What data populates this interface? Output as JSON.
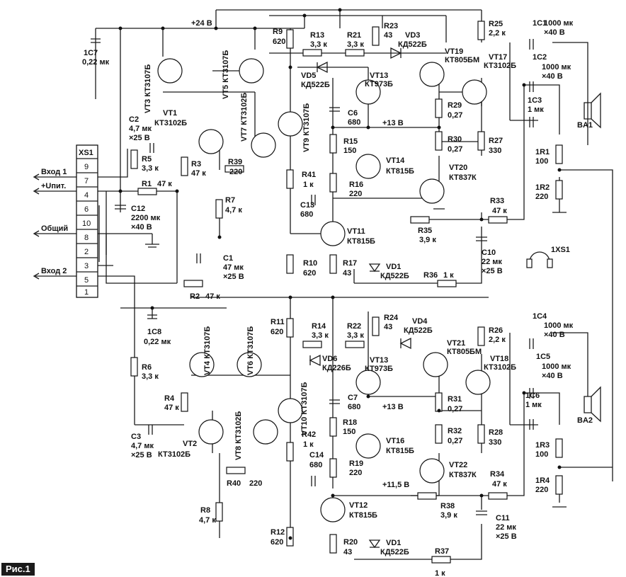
{
  "figure_label": "Рис.1",
  "supply": {
    "v24": "+24 В",
    "v13a": "+13 В",
    "v13b": "+13 В",
    "v115": "+11,5 В"
  },
  "connector": {
    "name": "XS1",
    "pins": [
      "9",
      "7",
      "4",
      "6",
      "10",
      "8",
      "2",
      "3",
      "5",
      "1"
    ],
    "inputs": {
      "in1": "Вход 1",
      "upit": "+Uпит.",
      "common": "Общий",
      "in2": "Вход 2"
    }
  },
  "headphone": {
    "name": "1XS1"
  },
  "speakers": {
    "ba1": "BA1",
    "ba2": "BA2"
  },
  "transistors": {
    "vt1": [
      "VT1",
      "КТ3102Б"
    ],
    "vt2": [
      "VT2",
      "КТ3102Б"
    ],
    "vt3": [
      "VT3",
      "КТ3107Б"
    ],
    "vt4": [
      "VT4",
      "КТ3107Б"
    ],
    "vt5": [
      "VT5",
      "КТ3107Б"
    ],
    "vt6": [
      "VT6",
      "КТ3107Б"
    ],
    "vt7": [
      "VT7",
      "КТ3102Б"
    ],
    "vt8": [
      "VT8",
      "КТ3102Б"
    ],
    "vt9": [
      "VT9",
      "КТ3107Б"
    ],
    "vt10": [
      "VT10",
      "КТ3107Б"
    ],
    "vt11": [
      "VT11",
      "КТ815Б"
    ],
    "vt12": [
      "VT12",
      "КТ815Б"
    ],
    "vt13a": [
      "VT13",
      "КТ973Б"
    ],
    "vt13b": [
      "VT13",
      "КТ973Б"
    ],
    "vt14": [
      "VT14",
      "КТ815Б"
    ],
    "vt16": [
      "VT16",
      "КТ815Б"
    ],
    "vt17": [
      "VT17",
      "КТ3102Б"
    ],
    "vt18": [
      "VT18",
      "КТ3102Б"
    ],
    "vt19": [
      "VT19",
      "КТ805БМ"
    ],
    "vt20": [
      "VT20",
      "КТ837К"
    ],
    "vt21": [
      "VT21",
      "КТ805БМ"
    ],
    "vt22": [
      "VT22",
      "КТ837К"
    ]
  },
  "resistors": {
    "r1": [
      "R1",
      "47 к"
    ],
    "r2": [
      "R2",
      "47 к"
    ],
    "r3": [
      "R3",
      "47 к"
    ],
    "r4": [
      "R4",
      "47 к"
    ],
    "r5": [
      "R5",
      "3,3 к"
    ],
    "r6": [
      "R6",
      "3,3 к"
    ],
    "r7": [
      "R7",
      "4,7 к"
    ],
    "r8": [
      "R8",
      "4,7 к"
    ],
    "r9": [
      "R9",
      "620"
    ],
    "r10": [
      "R10",
      "620"
    ],
    "r11": [
      "R11",
      "620"
    ],
    "r12": [
      "R12",
      "620"
    ],
    "r13": [
      "R13",
      "3,3 к"
    ],
    "r14": [
      "R14",
      "3,3 к"
    ],
    "r15": [
      "R15",
      "150"
    ],
    "r16": [
      "R16",
      "220"
    ],
    "r17": [
      "R17",
      "43"
    ],
    "r18": [
      "R18",
      "150"
    ],
    "r19": [
      "R19",
      "220"
    ],
    "r20": [
      "R20",
      "43"
    ],
    "r21": [
      "R21",
      "3,3 к"
    ],
    "r22": [
      "R22",
      "3,3 к"
    ],
    "r23": [
      "R23",
      "43"
    ],
    "r24": [
      "R24",
      "43"
    ],
    "r25": [
      "R25",
      "2,2 к"
    ],
    "r26": [
      "R26",
      "2,2 к"
    ],
    "r27": [
      "R27",
      "330"
    ],
    "r28": [
      "R28",
      "330"
    ],
    "r29": [
      "R29",
      "0,27"
    ],
    "r30": [
      "R30",
      "0,27"
    ],
    "r31": [
      "R31",
      "0,27"
    ],
    "r32": [
      "R32",
      "0,27"
    ],
    "r33": [
      "R33",
      "47 к"
    ],
    "r34": [
      "R34",
      "47 к"
    ],
    "r35": [
      "R35",
      "3,9 к"
    ],
    "r36": [
      "R36",
      "1 к"
    ],
    "r37": [
      "R37",
      "1 к"
    ],
    "r38": [
      "R38",
      "3,9 к"
    ],
    "r39": [
      "R39",
      "220"
    ],
    "r40": [
      "R40",
      "220"
    ],
    "r41": [
      "R41",
      "1 к"
    ],
    "r42": [
      "R42",
      "1 к"
    ],
    "1r1": [
      "1R1",
      "100"
    ],
    "1r2": [
      "1R2",
      "220"
    ],
    "1r3": [
      "1R3",
      "100"
    ],
    "1r4": [
      "1R4",
      "220"
    ]
  },
  "capacitors": {
    "c1": [
      "C1",
      "47 мк",
      "×25 В"
    ],
    "c2": [
      "C2",
      "4,7 мк",
      "×25 В"
    ],
    "c3": [
      "C3",
      "4,7 мк",
      "×25 В"
    ],
    "c6": [
      "C6",
      "680",
      ""
    ],
    "c7": [
      "C7",
      "680",
      ""
    ],
    "c10": [
      "C10",
      "22 мк",
      "×25 В"
    ],
    "c11": [
      "C11",
      "22 мк",
      "×25 В"
    ],
    "c12": [
      "C12",
      "2200 мк",
      "×40 В"
    ],
    "c13": [
      "C13",
      "680",
      ""
    ],
    "c14": [
      "C14",
      "680",
      ""
    ],
    "1c1": [
      "1C1",
      "1000 мк",
      "×40 В"
    ],
    "1c2": [
      "1C2",
      "1000 мк",
      "×40 В"
    ],
    "1c3": [
      "1C3",
      "1 мк",
      ""
    ],
    "1c4": [
      "1C4",
      "1000 мк",
      "×40 В"
    ],
    "1c5": [
      "1C5",
      "1000 мк",
      "×40 В"
    ],
    "1c6": [
      "1C6",
      "1 мк",
      ""
    ],
    "1c7": [
      "1C7",
      "0,22 мк",
      ""
    ],
    "1c8": [
      "1C8",
      "0,22 мк",
      ""
    ]
  },
  "diodes": {
    "vd1a": [
      "VD1",
      "КД522Б"
    ],
    "vd1b": [
      "VD1",
      "КД522Б"
    ],
    "vd3": [
      "VD3",
      "КД522Б"
    ],
    "vd4": [
      "VD4",
      "КД522Б"
    ],
    "vd5": [
      "VD5",
      "КД522Б"
    ],
    "vd6": [
      "VD6",
      "КД226Б"
    ]
  }
}
